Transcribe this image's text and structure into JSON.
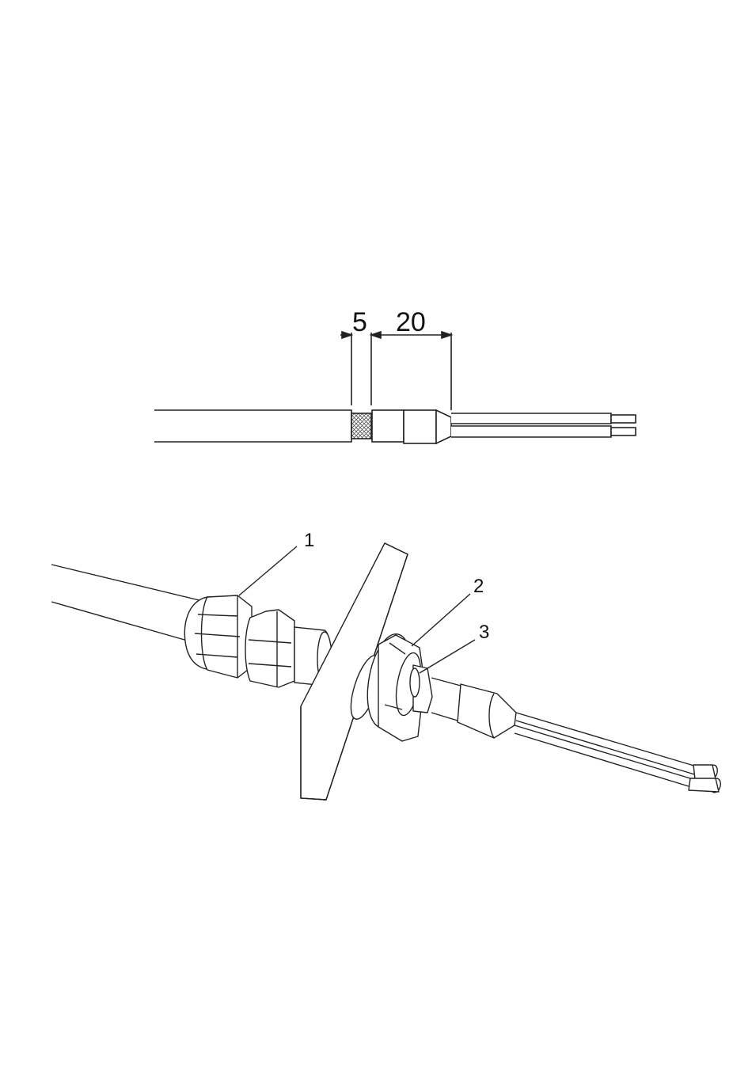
{
  "dimensions": {
    "shield_length": "5",
    "sleeve_length": "20"
  },
  "callouts": {
    "item_1": "1",
    "item_2": "2",
    "item_3": "3"
  },
  "colors": {
    "stroke": "#222222",
    "fill": "#ffffff"
  }
}
